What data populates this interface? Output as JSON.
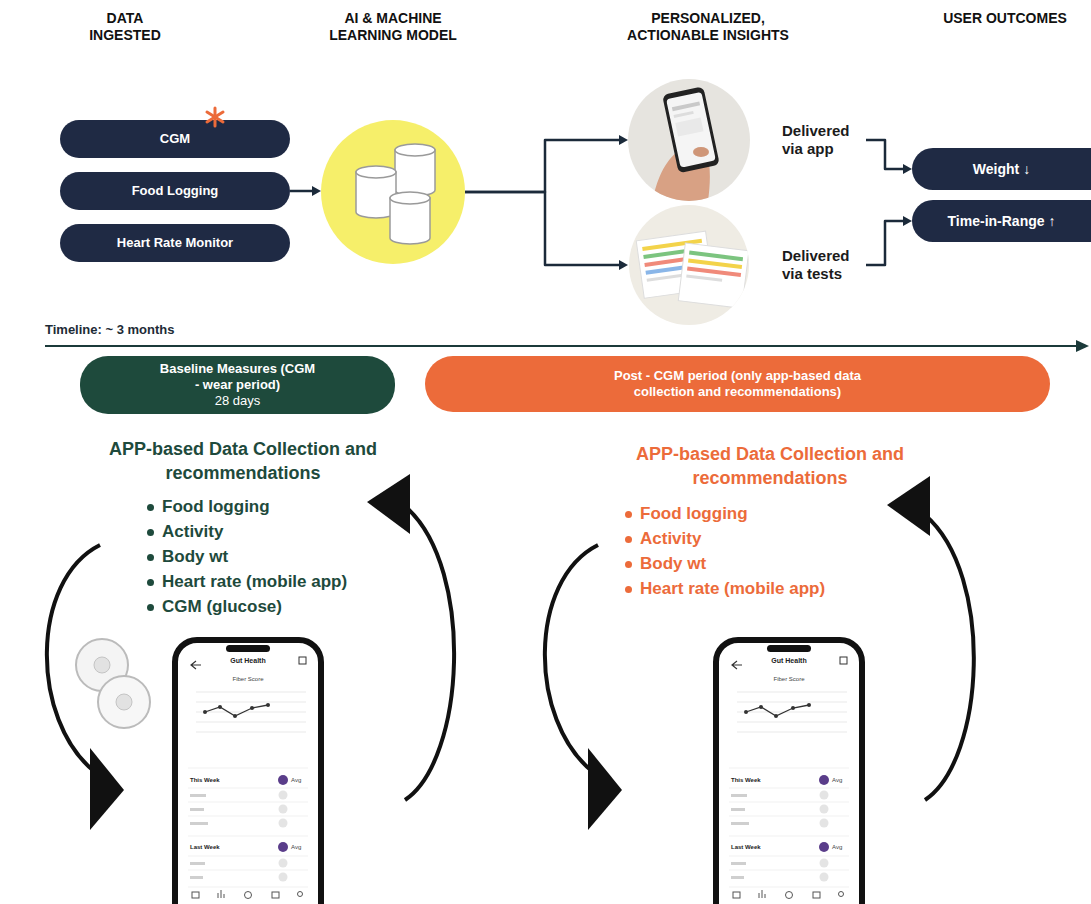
{
  "diagram": {
    "nodes": [
      {
        "text": [
          "CGM"
        ]
      },
      {
        "text": [
          "Food Logging"
        ]
      },
      {
        "text": [
          "Heart Rate Monitor"
        ]
      },
      {
        "text": [
          "AI & MACHINE LEARNING MODEL"
        ]
      },
      {
        "text": [
          "Delivered via app"
        ]
      },
      {
        "text": [
          "Delivered via tests"
        ]
      },
      {
        "text": [
          "Weight ↓"
        ]
      },
      {
        "text": [
          "Time-in-Range ↑"
        ]
      },
      {
        "text": [
          "Baseline Measures (CGM - wear period)",
          "28 days"
        ]
      },
      {
        "text": [
          "Post - CGM period (only app-based data collection and recommendations)"
        ]
      }
    ],
    "edges": [
      {
        "from": 1,
        "to": 3,
        "arrow": "to"
      },
      {
        "from": 3,
        "to": 4,
        "arrow": "to"
      },
      {
        "from": 3,
        "to": 5,
        "arrow": "to"
      },
      {
        "from": 4,
        "to": 6,
        "arrow": "to"
      },
      {
        "from": 5,
        "to": 7,
        "arrow": "to"
      }
    ],
    "labels": [
      "DATA INGESTED",
      "PERSONALIZED, ACTIONABLE INSIGHTS",
      "USER OUTCOMES",
      "Timeline: ~ 3 months",
      "APP-based Data Collection and recommendations",
      "Food logging",
      "Activity",
      "Body wt",
      "Heart rate (mobile app)",
      "CGM (glucose)",
      "APP-based Data Collection and recommendations",
      "Food logging",
      "Activity",
      "Body wt",
      "Heart rate (mobile app)",
      "Gut Health",
      "Fiber Score",
      "This Week",
      "Avg",
      "Last Week",
      "Avg",
      "Gut Health",
      "Fiber Score",
      "This Week",
      "Avg",
      "Last Week",
      "Avg"
    ]
  }
}
